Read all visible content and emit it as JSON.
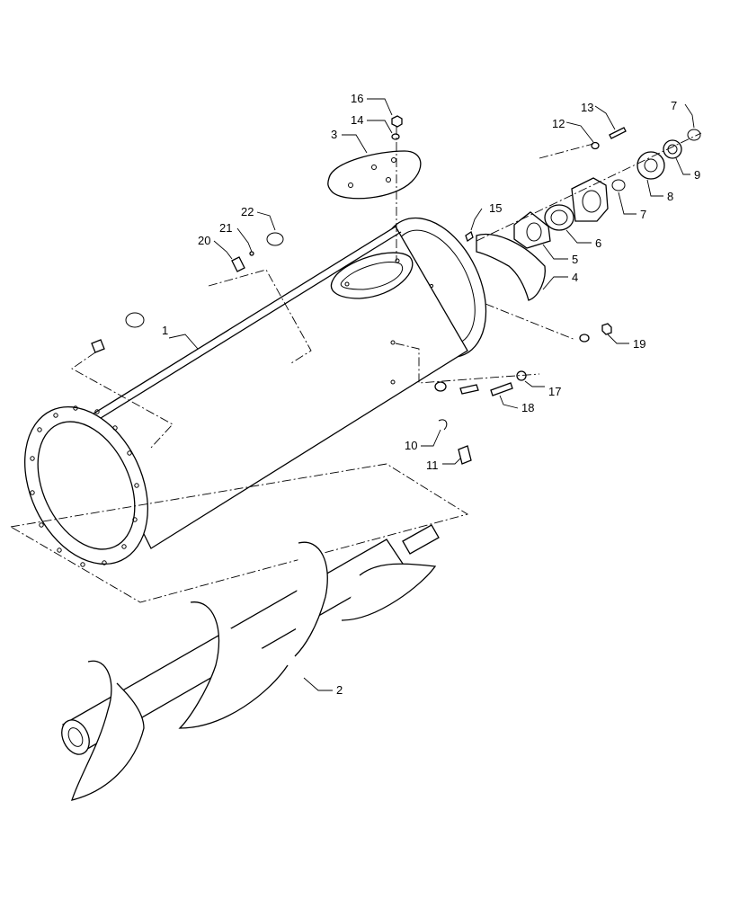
{
  "callouts": [
    "1",
    "2",
    "3",
    "4",
    "5",
    "6",
    "7",
    "7",
    "8",
    "9",
    "10",
    "11",
    "12",
    "13",
    "14",
    "15",
    "16",
    "17",
    "18",
    "19",
    "20",
    "21",
    "22"
  ]
}
